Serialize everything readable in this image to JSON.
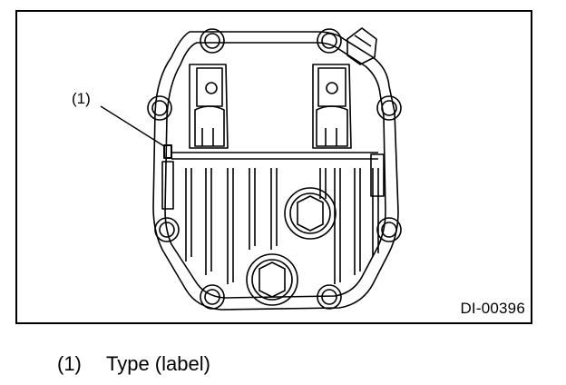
{
  "figure": {
    "callout_number": "(1)",
    "figure_id": "DI-00396"
  },
  "caption": {
    "number": "(1)",
    "text": "Type (label)"
  }
}
